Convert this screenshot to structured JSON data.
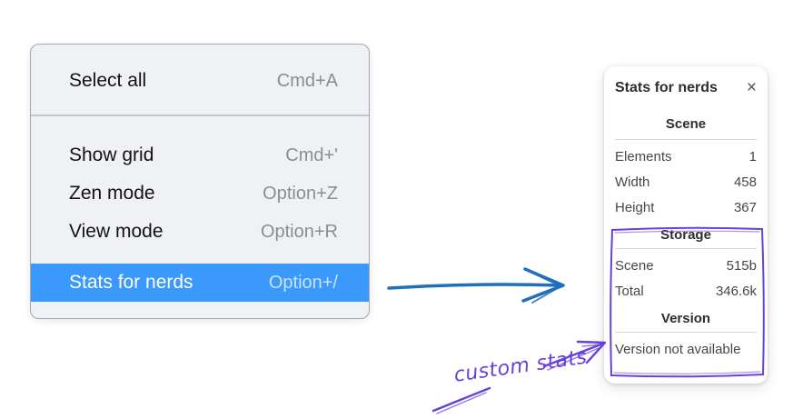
{
  "context_menu": {
    "items": [
      {
        "label": "Select all",
        "shortcut": "Cmd+A",
        "selected": false
      },
      {
        "label": "Show grid",
        "shortcut": "Cmd+'",
        "selected": false
      },
      {
        "label": "Zen mode",
        "shortcut": "Option+Z",
        "selected": false
      },
      {
        "label": "View mode",
        "shortcut": "Option+R",
        "selected": false
      },
      {
        "label": "Stats for nerds",
        "shortcut": "Option+/",
        "selected": true
      }
    ],
    "highlight_color": "#3b99fc"
  },
  "stats_panel": {
    "title": "Stats for nerds",
    "close_icon": "×",
    "sections": [
      {
        "header": "Scene",
        "rows": [
          {
            "label": "Elements",
            "value": "1"
          },
          {
            "label": "Width",
            "value": "458"
          },
          {
            "label": "Height",
            "value": "367"
          }
        ]
      },
      {
        "header": "Storage",
        "rows": [
          {
            "label": "Scene",
            "value": "515b"
          },
          {
            "label": "Total",
            "value": "346.6k"
          }
        ]
      },
      {
        "header": "Version",
        "note": "Version not available"
      }
    ]
  },
  "annotations": {
    "custom_stats_label": "custom stats",
    "colors": {
      "arrow_blue": "#1f6fba",
      "violet": "#6741d9"
    }
  }
}
